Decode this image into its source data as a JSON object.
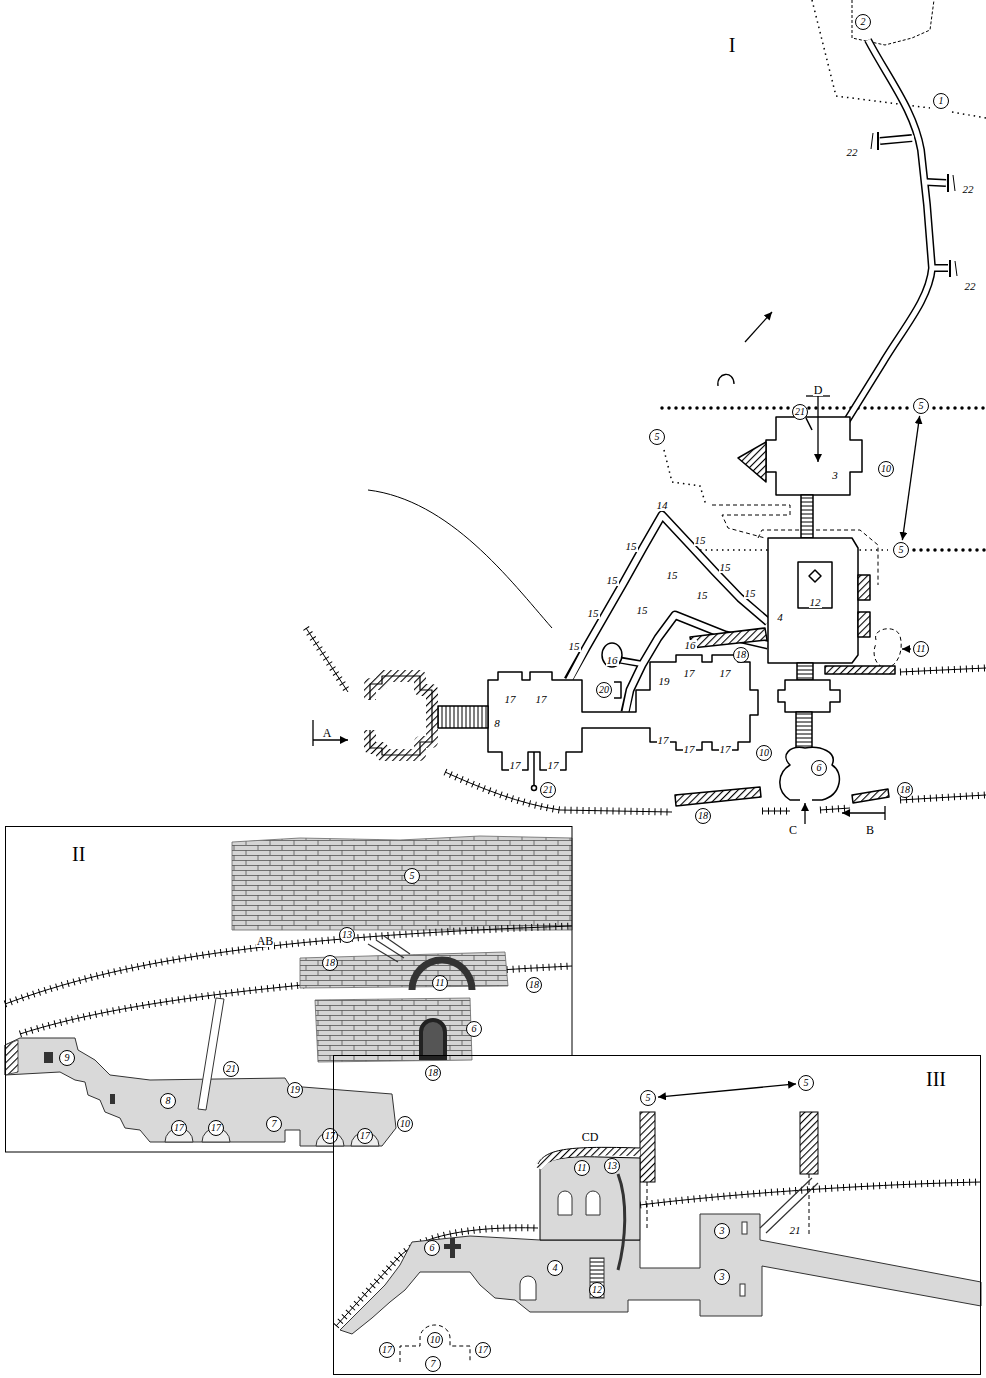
{
  "diagram": {
    "nodes": [
      {
        "text": [
          "2"
        ]
      },
      {
        "text": [
          "1"
        ]
      },
      {
        "text": [
          "5"
        ]
      },
      {
        "text": [
          "21"
        ]
      },
      {
        "text": [
          "5"
        ]
      },
      {
        "text": [
          "10"
        ]
      },
      {
        "text": [
          "5"
        ]
      },
      {
        "text": [
          "11"
        ]
      },
      {
        "text": [
          "18"
        ]
      },
      {
        "text": [
          "20"
        ]
      },
      {
        "text": [
          "10"
        ]
      },
      {
        "text": [
          "6"
        ]
      },
      {
        "text": [
          "18"
        ]
      },
      {
        "text": [
          "21"
        ]
      },
      {
        "text": [
          "18"
        ]
      },
      {
        "text": [
          "II"
        ]
      },
      {
        "text": [
          "5"
        ],
        "in": 15
      },
      {
        "text": [
          "13"
        ],
        "in": 15
      },
      {
        "text": [
          "18"
        ],
        "in": 15
      },
      {
        "text": [
          "11"
        ],
        "in": 15
      },
      {
        "text": [
          "18"
        ],
        "in": 15
      },
      {
        "text": [
          "6"
        ],
        "in": 15
      },
      {
        "text": [
          "21"
        ],
        "in": 15
      },
      {
        "text": [
          "18"
        ],
        "in": 15
      },
      {
        "text": [
          "9"
        ],
        "in": 15
      },
      {
        "text": [
          "19"
        ],
        "in": 15
      },
      {
        "text": [
          "8"
        ],
        "in": 15
      },
      {
        "text": [
          "7"
        ],
        "in": 15
      },
      {
        "text": [
          "10"
        ],
        "in": 15
      },
      {
        "text": [
          "17"
        ],
        "in": 15
      },
      {
        "text": [
          "17"
        ],
        "in": 15
      },
      {
        "text": [
          "17"
        ],
        "in": 15
      },
      {
        "text": [
          "17"
        ],
        "in": 15
      },
      {
        "text": [
          "III"
        ]
      },
      {
        "text": [
          "5"
        ],
        "in": 33
      },
      {
        "text": [
          "5"
        ],
        "in": 33
      },
      {
        "text": [
          "11"
        ],
        "in": 33
      },
      {
        "text": [
          "13"
        ],
        "in": 33
      },
      {
        "text": [
          "3"
        ],
        "in": 33
      },
      {
        "text": [
          "6"
        ],
        "in": 33
      },
      {
        "text": [
          "4"
        ],
        "in": 33
      },
      {
        "text": [
          "3"
        ],
        "in": 33
      },
      {
        "text": [
          "12"
        ],
        "in": 33
      },
      {
        "text": [
          "17"
        ],
        "in": 33
      },
      {
        "text": [
          "10"
        ],
        "in": 33
      },
      {
        "text": [
          "17"
        ],
        "in": 33
      },
      {
        "text": [
          "7"
        ],
        "in": 33
      }
    ],
    "edges": [
      {
        "from": 2,
        "to": 6,
        "arrow": "both"
      },
      {
        "from": 35,
        "to": 34,
        "arrow": "both"
      }
    ],
    "labels": [
      "I",
      "22",
      "22",
      "22",
      "D",
      "3",
      "4",
      "12",
      "14",
      "15",
      "15",
      "15",
      "15",
      "15",
      "15",
      "15",
      "15",
      "15",
      "15",
      "16",
      "16",
      "17",
      "17",
      "17",
      "17",
      "17",
      "17",
      "17",
      "17",
      "17",
      "8",
      "19",
      "A",
      "C",
      "B",
      "AB",
      "CD",
      "21"
    ]
  }
}
